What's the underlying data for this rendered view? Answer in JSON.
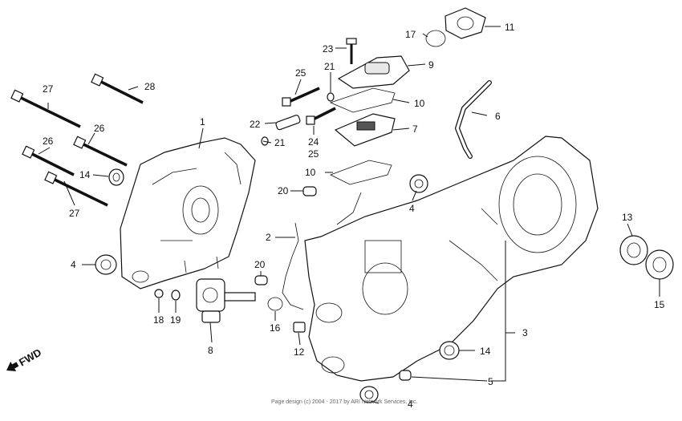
{
  "labels": {
    "p1": "1",
    "p2": "2",
    "p3": "3",
    "p4a": "4",
    "p4b": "4",
    "p4c": "4",
    "p5": "5",
    "p6": "6",
    "p7": "7",
    "p8": "8",
    "p9": "9",
    "p10a": "10",
    "p10b": "10",
    "p11": "11",
    "p12": "12",
    "p13": "13",
    "p14a": "14",
    "p14b": "14",
    "p15": "15",
    "p17": "17",
    "p16": "16",
    "p18": "18",
    "p19": "19",
    "p20a": "20",
    "p20b": "20",
    "p21a": "21",
    "p21b": "21",
    "p22": "22",
    "p23": "23",
    "p24": "24",
    "p25a": "25",
    "p25b": "25",
    "p26a": "26",
    "p26b": "26",
    "p27a": "27",
    "p27b": "27",
    "p28": "28"
  },
  "fwd": "FWD",
  "copyright": "Page design (c) 2004 - 2017 by ARI Network Services, Inc."
}
